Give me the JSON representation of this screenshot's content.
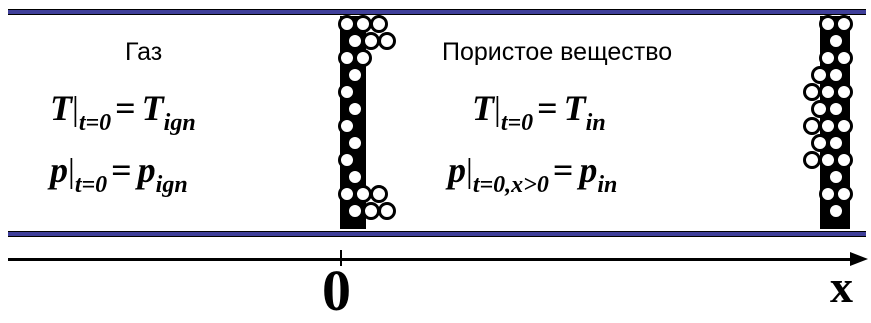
{
  "regions": {
    "gas": "Газ",
    "porous": "Пористое вещество"
  },
  "formulas": {
    "gas_T": {
      "var": "T",
      "cond": "t=0",
      "value": "T",
      "value_sub": "ign"
    },
    "gas_p": {
      "var": "p",
      "cond": "t=0",
      "value": "p",
      "value_sub": "ign"
    },
    "porous_T": {
      "var": "T",
      "cond": "t=0",
      "value": "T",
      "value_sub": "in"
    },
    "porous_p": {
      "var": "p",
      "cond": "t=0,x>0",
      "value": "p",
      "value_sub": "in"
    }
  },
  "axis": {
    "origin_label": "0",
    "variable_label": "x"
  },
  "colors": {
    "wall": "#3f3f9a",
    "ink": "#000000"
  }
}
